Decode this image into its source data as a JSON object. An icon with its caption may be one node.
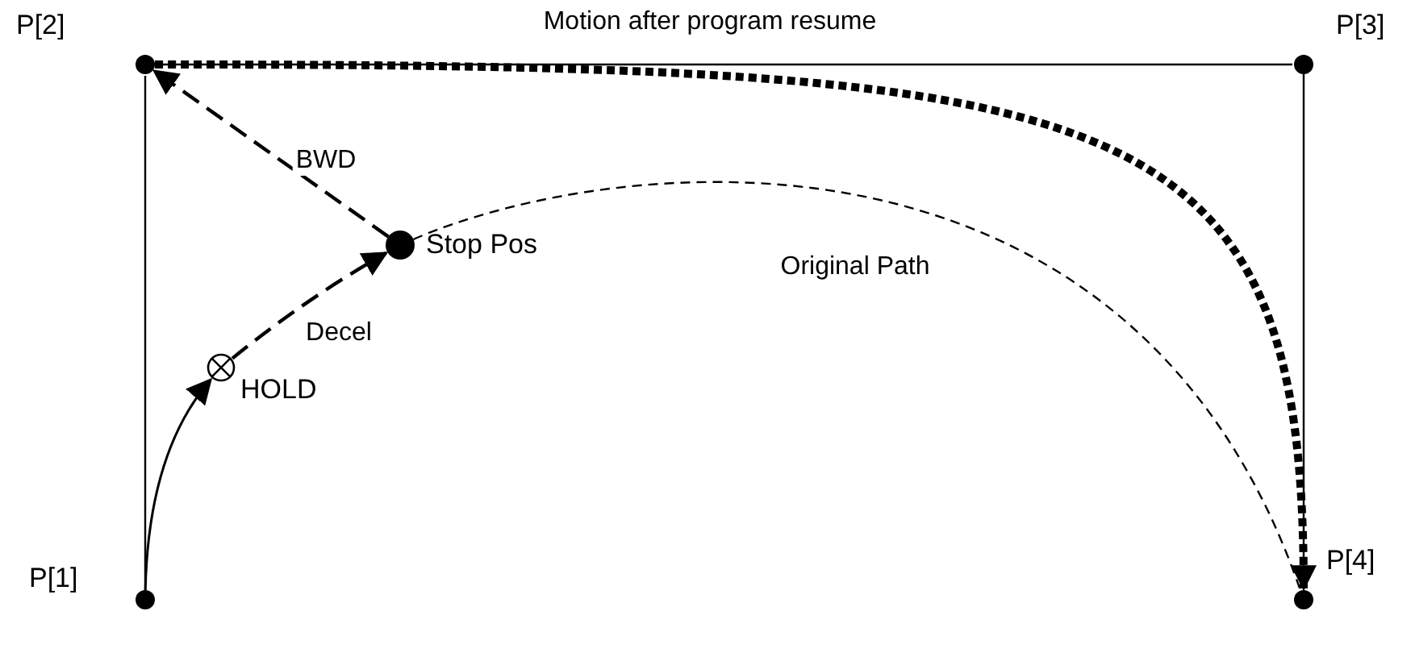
{
  "diagram": {
    "nodes": [
      {
        "text": [
          "P[1]"
        ]
      },
      {
        "text": [
          "P[2]"
        ]
      },
      {
        "text": [
          "P[3]"
        ]
      },
      {
        "text": [
          "P[4]"
        ]
      },
      {
        "text": [
          "Stop Pos"
        ]
      },
      {
        "text": [
          "HOLD"
        ]
      }
    ],
    "edges": [
      {
        "from": 0,
        "to": 5,
        "arrow": "to"
      },
      {
        "from": 5,
        "to": 4,
        "arrow": "to",
        "label": "Decel",
        "style": "dashed"
      },
      {
        "from": 4,
        "to": 1,
        "arrow": "to",
        "label": "BWD",
        "style": "dashed"
      },
      {
        "from": 1,
        "to": 3,
        "arrow": "to",
        "label": "Motion after program resume",
        "style": "dashed"
      },
      {
        "from": 4,
        "to": 3,
        "arrow": "none",
        "label": "Original Path",
        "style": "dashed"
      },
      {
        "from": 0,
        "to": 1,
        "arrow": "none"
      },
      {
        "from": 1,
        "to": 2,
        "arrow": "none"
      },
      {
        "from": 2,
        "to": 3,
        "arrow": "none"
      }
    ]
  }
}
